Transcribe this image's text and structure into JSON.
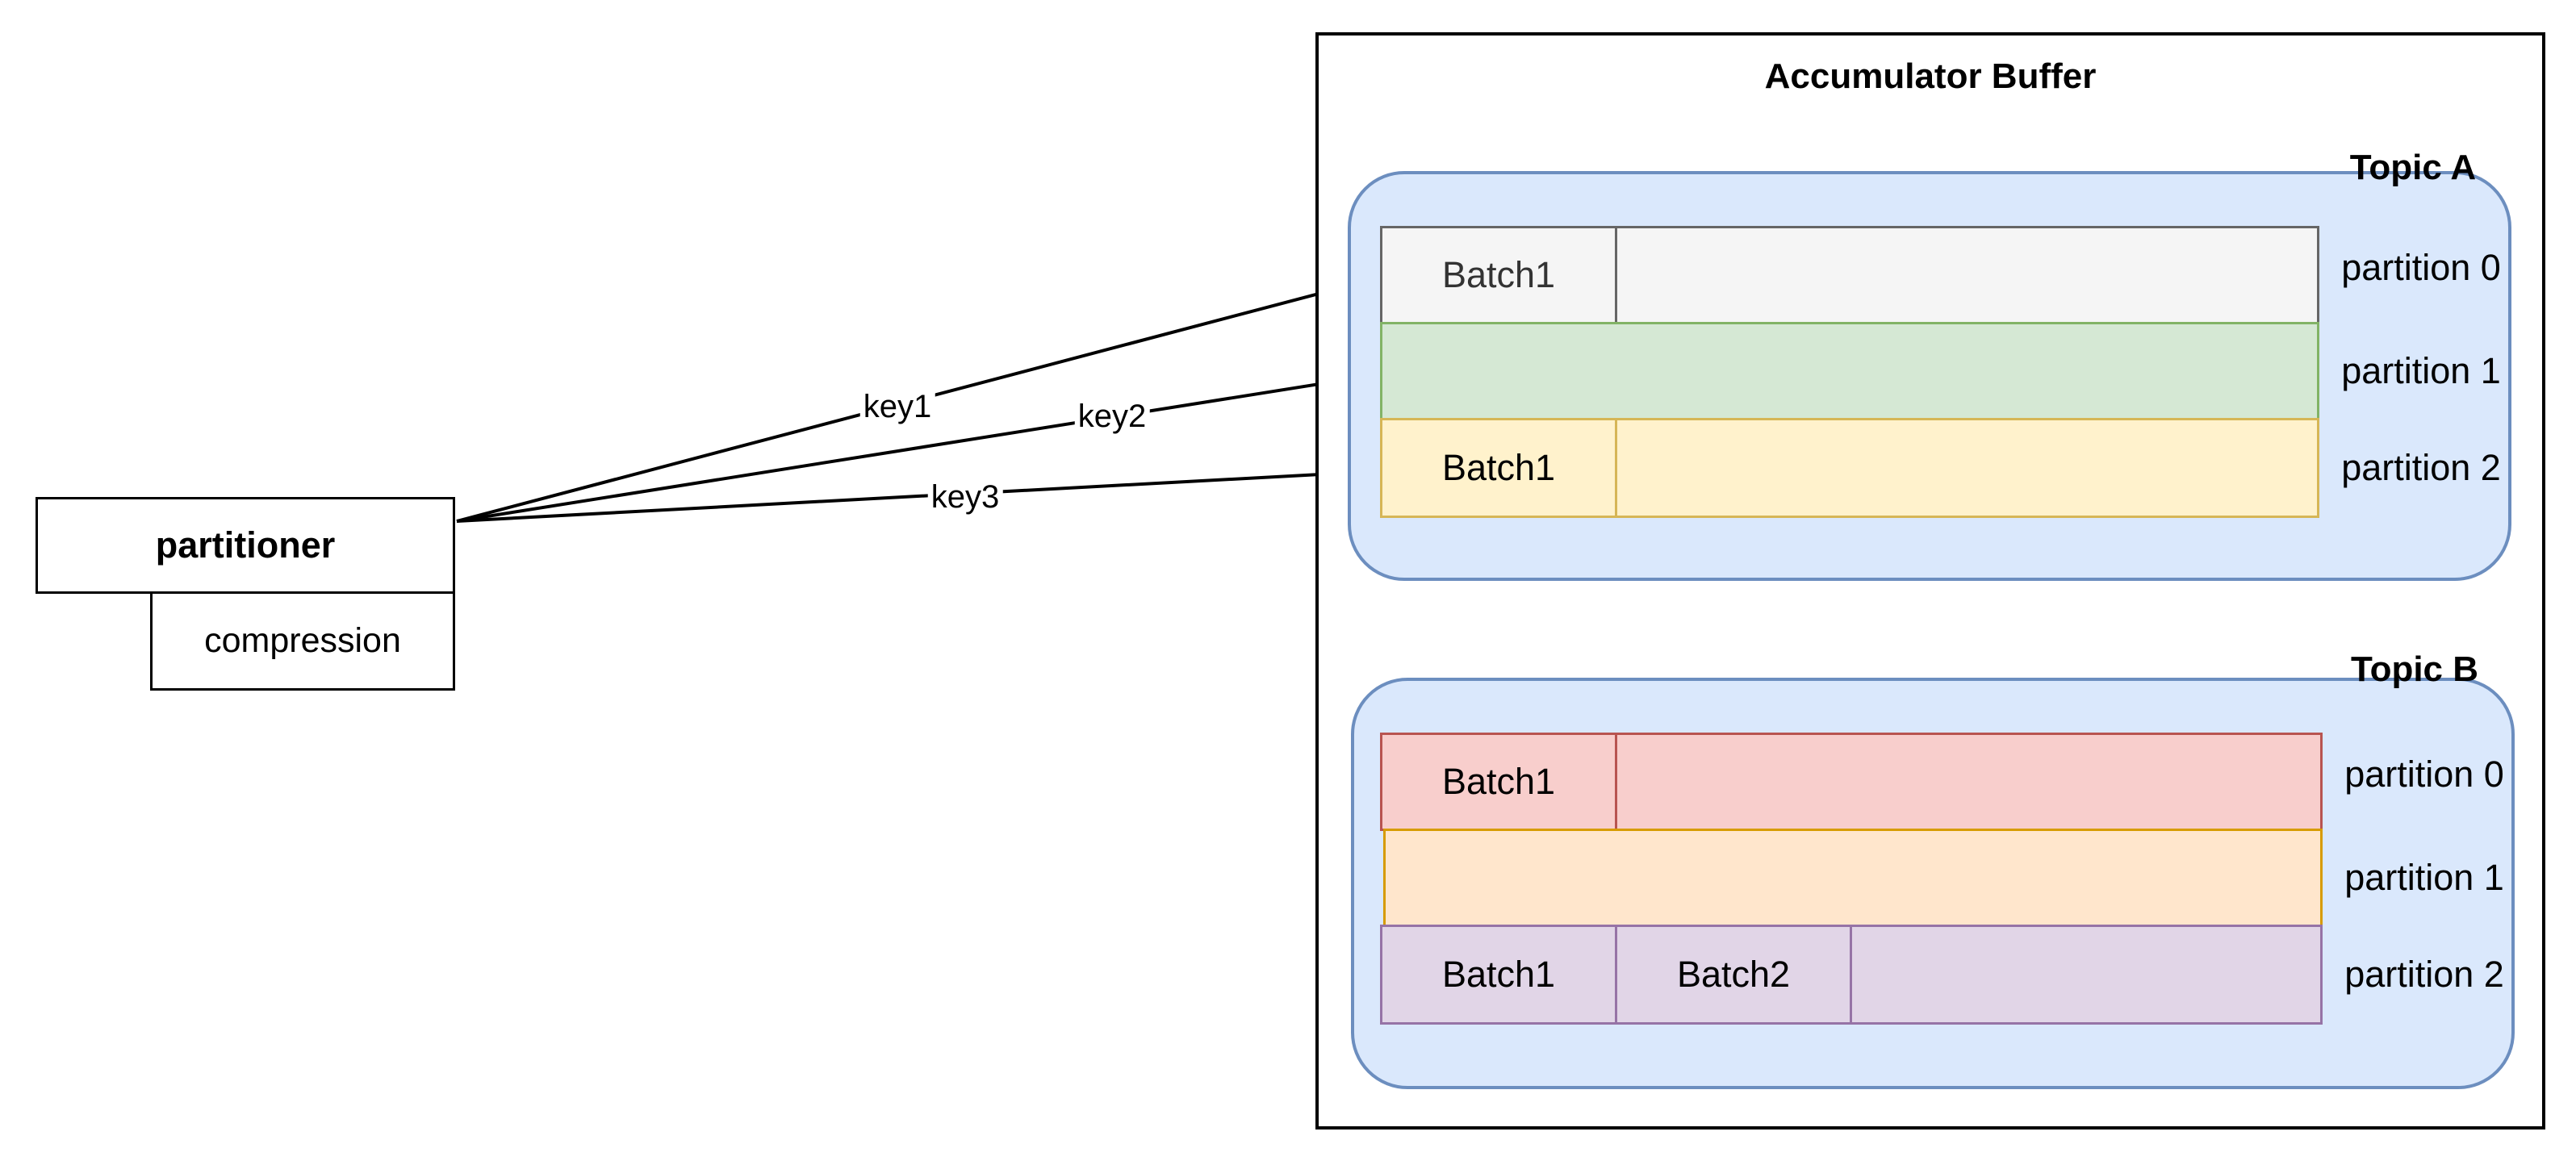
{
  "partitioner": {
    "label": "partitioner",
    "compression_label": "compression"
  },
  "accumulator": {
    "title": "Accumulator Buffer"
  },
  "topics": [
    {
      "title": "Topic A",
      "partitions": [
        {
          "label": "partition 0",
          "batches": [
            "Batch1"
          ],
          "color": "#f5f5f5",
          "stroke": "#666666"
        },
        {
          "label": "partition 1",
          "batches": [],
          "color": "#d5e8d4",
          "stroke": "#82b366"
        },
        {
          "label": "partition 2",
          "batches": [
            "Batch1"
          ],
          "color": "#fff2cc",
          "stroke": "#d6b656"
        }
      ]
    },
    {
      "title": "Topic B",
      "partitions": [
        {
          "label": "partition 0",
          "batches": [
            "Batch1"
          ],
          "color": "#f8cecc",
          "stroke": "#b85450"
        },
        {
          "label": "partition 1",
          "batches": [],
          "color": "#ffe6cc",
          "stroke": "#d79b00"
        },
        {
          "label": "partition 2",
          "batches": [
            "Batch1",
            "Batch2"
          ],
          "color": "#e1d5e7",
          "stroke": "#9673a6"
        }
      ]
    }
  ],
  "edges": [
    {
      "label": "key1",
      "from": "partitioner",
      "to": "topic-a-partition-0"
    },
    {
      "label": "key2",
      "from": "partitioner",
      "to": "topic-a-partition-1"
    },
    {
      "label": "key3",
      "from": "partitioner",
      "to": "topic-a-partition-2"
    }
  ],
  "colors": {
    "topic_fill": "#dae8fc",
    "topic_stroke": "#6c8ebf"
  }
}
